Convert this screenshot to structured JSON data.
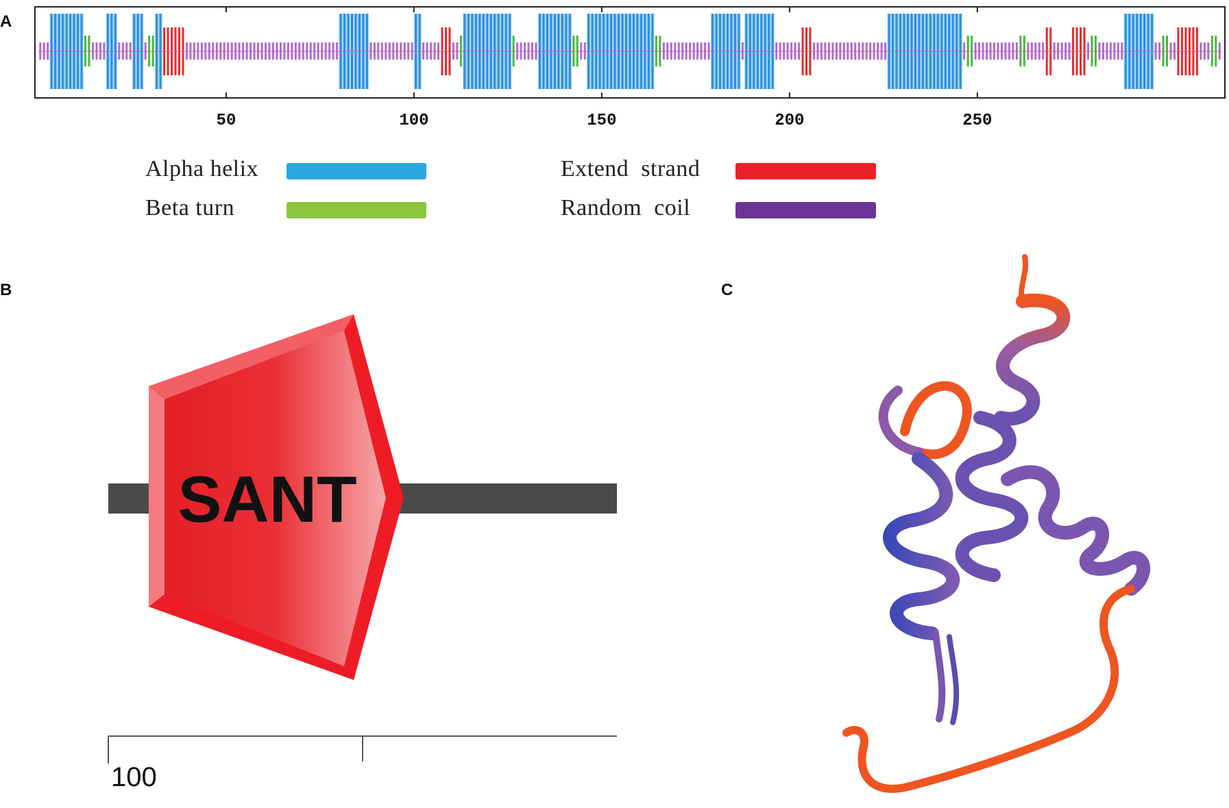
{
  "panels": {
    "a": "A",
    "b": "B",
    "c": "C"
  },
  "secondary_structure": {
    "sequence_length": 315,
    "ticks": [
      "50",
      "100",
      "150",
      "200",
      "250"
    ],
    "tick_values": [
      50,
      100,
      150,
      200,
      250
    ],
    "colors": {
      "helix": "#2a8fe0",
      "helix_fill": "#a8d4f2",
      "strand": "#ea2a2a",
      "turn": "#49b83a",
      "coil": "#b16ad0"
    },
    "segments": [
      {
        "type": "helix",
        "start": 4,
        "end": 12
      },
      {
        "type": "turn",
        "start": 13,
        "end": 14
      },
      {
        "type": "helix",
        "start": 19,
        "end": 21
      },
      {
        "type": "helix",
        "start": 26,
        "end": 28
      },
      {
        "type": "turn",
        "start": 30,
        "end": 31
      },
      {
        "type": "helix",
        "start": 32,
        "end": 33
      },
      {
        "type": "strand",
        "start": 34,
        "end": 39
      },
      {
        "type": "helix",
        "start": 81,
        "end": 88
      },
      {
        "type": "helix",
        "start": 101,
        "end": 102
      },
      {
        "type": "strand",
        "start": 108,
        "end": 110
      },
      {
        "type": "turn",
        "start": 113,
        "end": 113
      },
      {
        "type": "helix",
        "start": 114,
        "end": 126
      },
      {
        "type": "turn",
        "start": 127,
        "end": 127
      },
      {
        "type": "helix",
        "start": 134,
        "end": 142
      },
      {
        "type": "turn",
        "start": 143,
        "end": 144
      },
      {
        "type": "helix",
        "start": 147,
        "end": 164
      },
      {
        "type": "turn",
        "start": 165,
        "end": 166
      },
      {
        "type": "helix",
        "start": 180,
        "end": 187
      },
      {
        "type": "helix",
        "start": 189,
        "end": 196
      },
      {
        "type": "strand",
        "start": 204,
        "end": 206
      },
      {
        "type": "helix",
        "start": 227,
        "end": 246
      },
      {
        "type": "turn",
        "start": 248,
        "end": 249
      },
      {
        "type": "turn",
        "start": 262,
        "end": 263
      },
      {
        "type": "strand",
        "start": 269,
        "end": 270
      },
      {
        "type": "strand",
        "start": 276,
        "end": 279
      },
      {
        "type": "turn",
        "start": 281,
        "end": 282
      },
      {
        "type": "helix",
        "start": 290,
        "end": 297
      },
      {
        "type": "turn",
        "start": 300,
        "end": 301
      },
      {
        "type": "strand",
        "start": 304,
        "end": 309
      },
      {
        "type": "turn",
        "start": 313,
        "end": 314
      }
    ]
  },
  "legend": {
    "alpha_helix": {
      "label": "Alpha helix",
      "color": "#29a8e0"
    },
    "extend_strand": {
      "label": "Extend  strand",
      "color": "#ec2029"
    },
    "beta_turn": {
      "label": "Beta turn",
      "color": "#8cc63f"
    },
    "random_coil": {
      "label": "Random  coil",
      "color": "#6a3594"
    }
  },
  "domain": {
    "name": "SANT",
    "scale_label": "100",
    "color": "#ee1c25",
    "line_color": "#4a4a4a"
  },
  "structure_3d": {
    "colors": {
      "coil": "#ee5520",
      "helix": "#6a52b0",
      "core": "#3a48b8"
    }
  }
}
